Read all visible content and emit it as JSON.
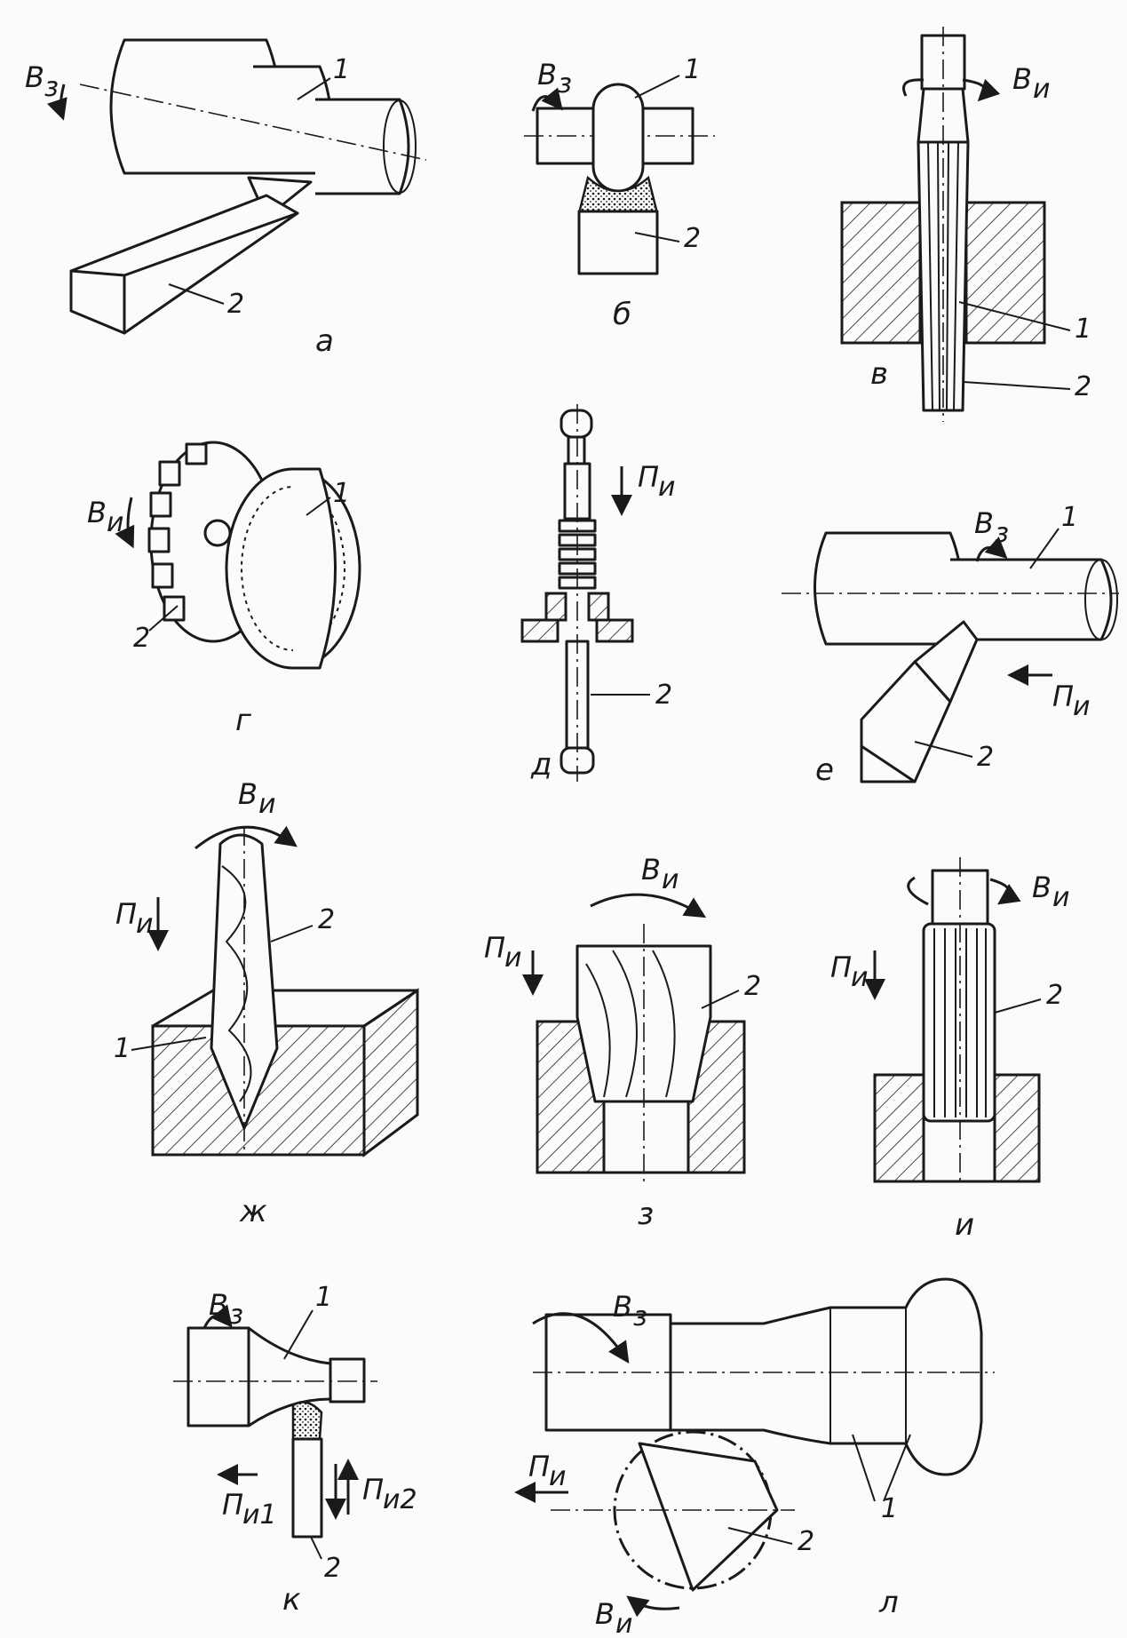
{
  "labels": {
    "one": "1",
    "two": "2",
    "v_z": "В",
    "v_z_sub": "з",
    "v_i": "В",
    "v_i_sub": "и",
    "p_i": "П",
    "p_i_sub": "и",
    "p_i1_sub": "и1",
    "p_i2_sub": "и2"
  },
  "captions": [
    "а",
    "б",
    "в",
    "г",
    "д",
    "е",
    "ж",
    "з",
    "и",
    "к",
    "л"
  ],
  "colors": {
    "ink": "#1a1a1a",
    "paper": "#fbfbf9"
  }
}
